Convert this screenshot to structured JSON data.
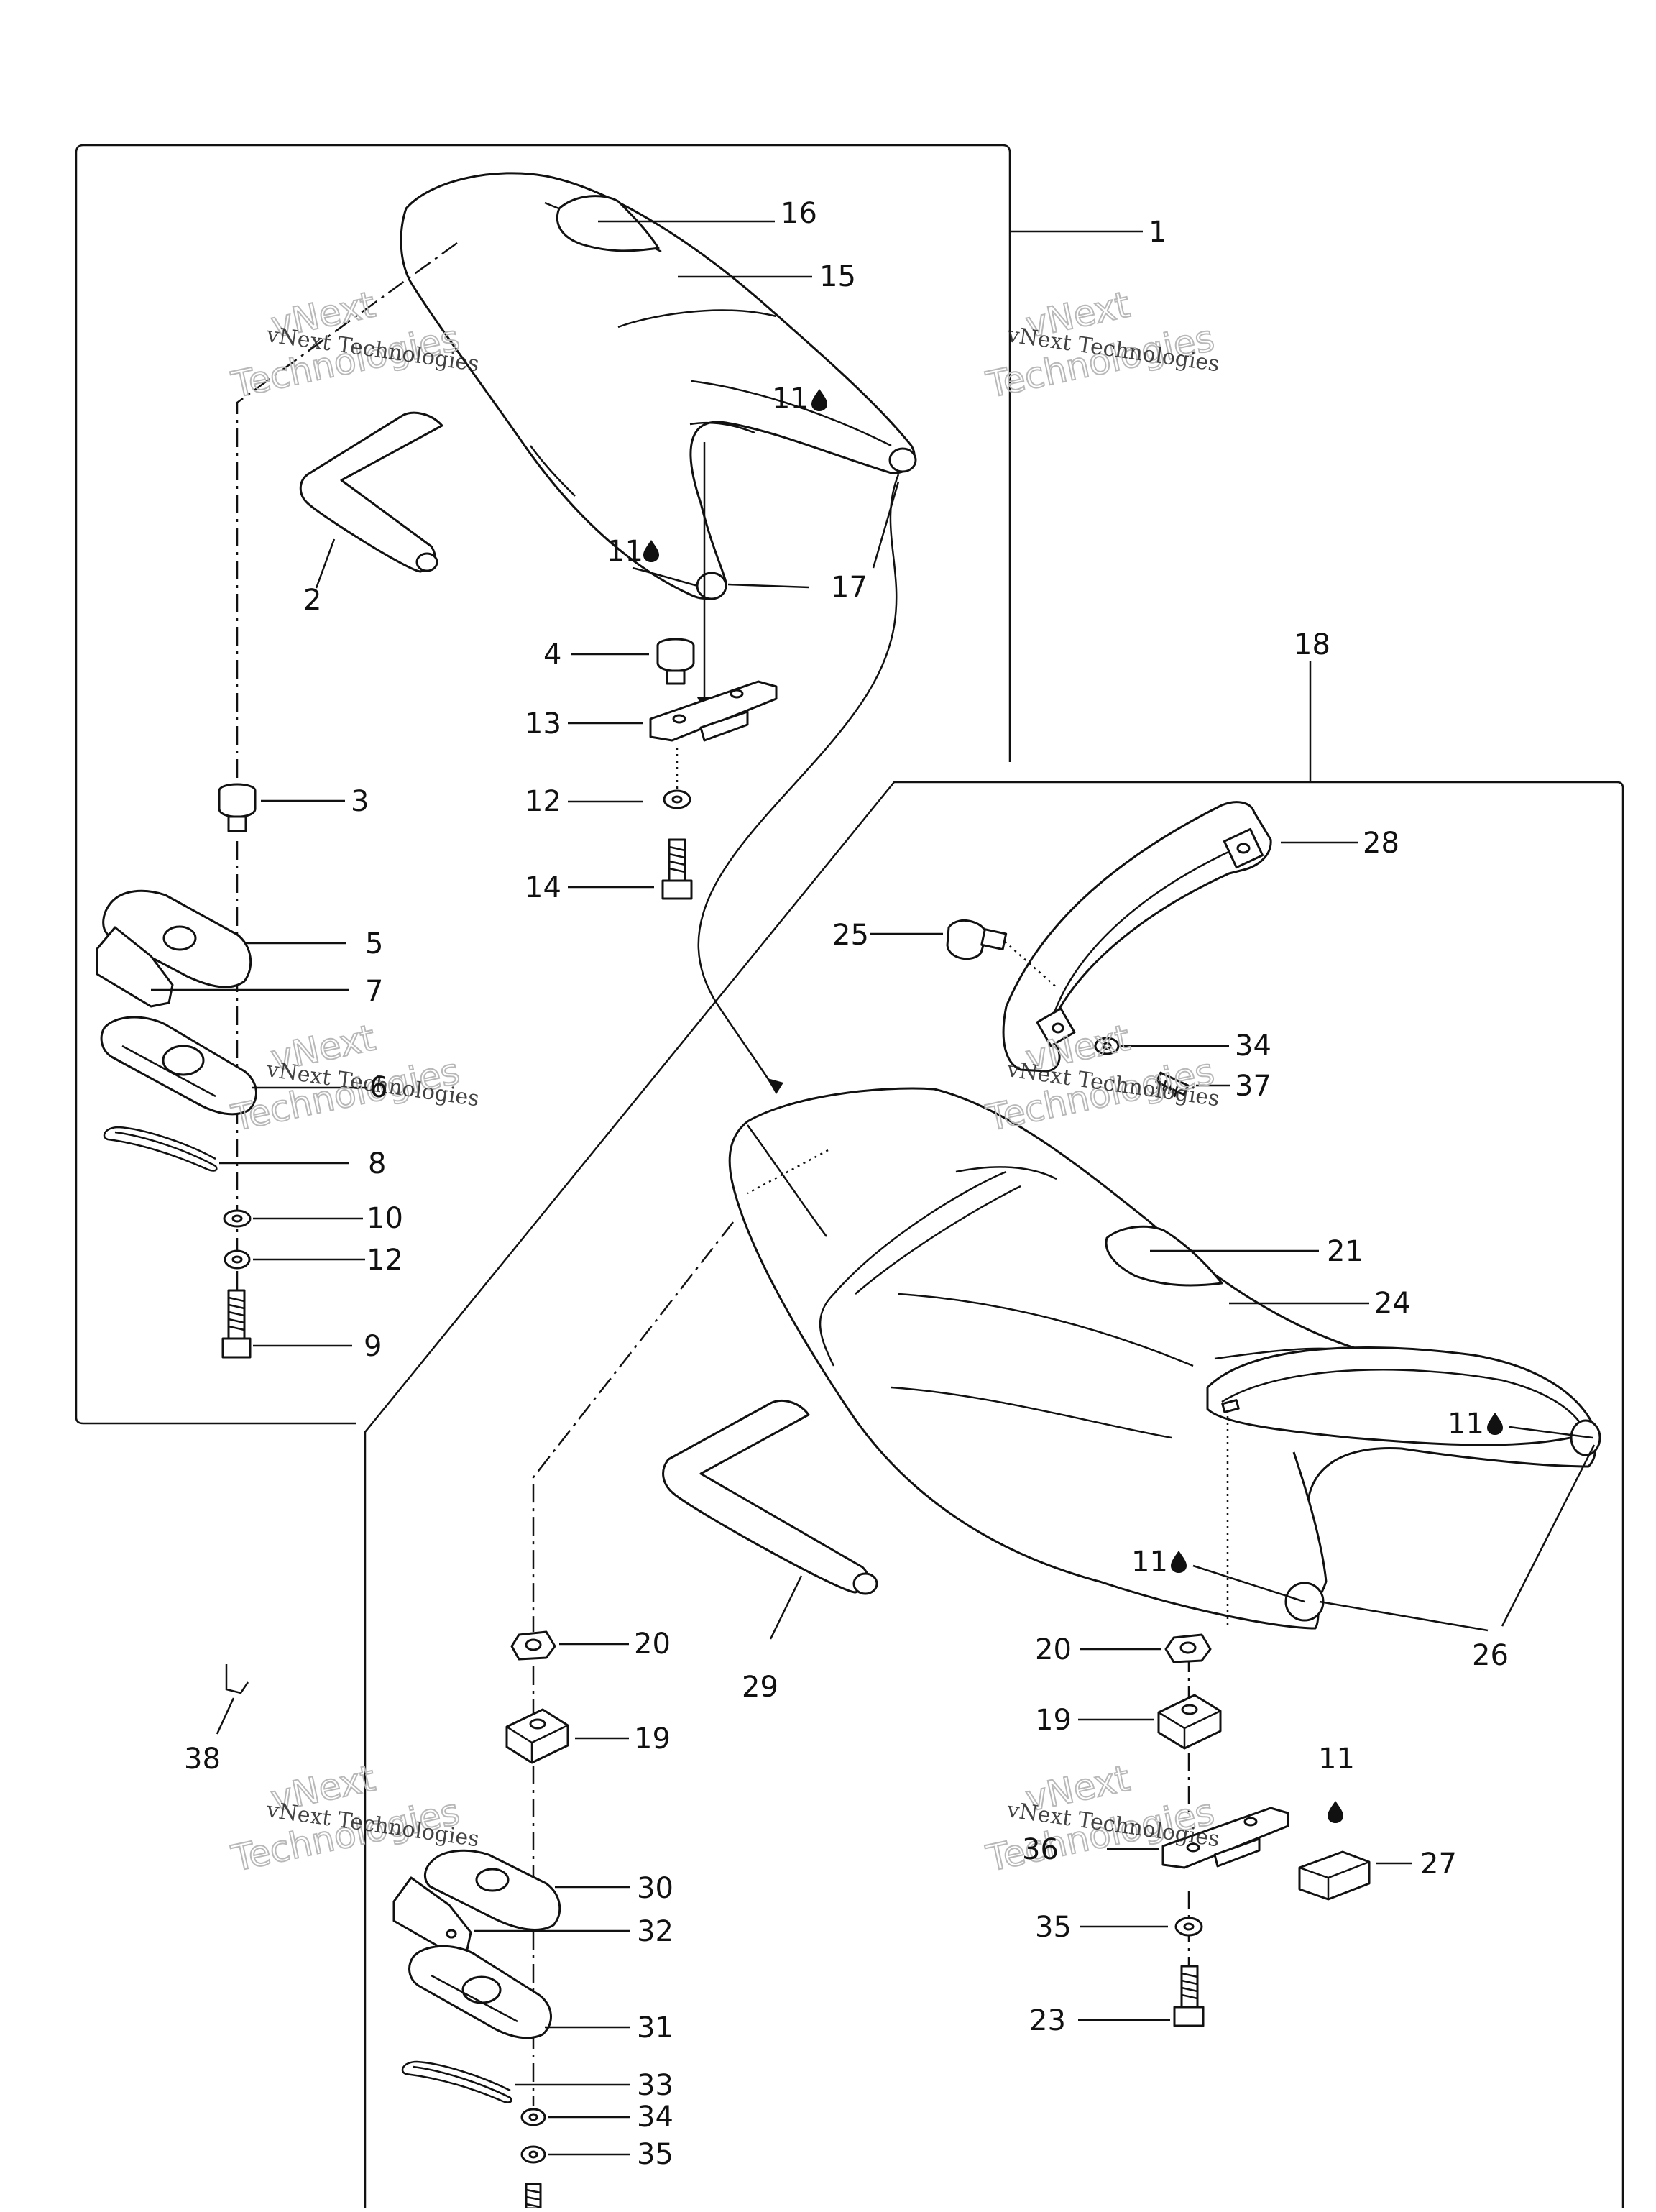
{
  "watermark": {
    "line1": "vNext",
    "line2": "Technologies",
    "caption": "vNext Technologies"
  },
  "drop_icon": "oil-drop-icon",
  "labels": {
    "l1": "1",
    "l2": "2",
    "l3": "3",
    "l4": "4",
    "l5": "5",
    "l6": "6",
    "l7": "7",
    "l8": "8",
    "l9": "9",
    "l10": "10",
    "l12a": "12",
    "l12b": "12",
    "l13": "13",
    "l14": "14",
    "l15": "15",
    "l16": "16",
    "l17": "17",
    "l18": "18",
    "l19a": "19",
    "l19b": "19",
    "l20a": "20",
    "l20b": "20",
    "l21": "21",
    "l23": "23",
    "l24": "24",
    "l25": "25",
    "l26": "26",
    "l27": "27",
    "l28": "28",
    "l29": "29",
    "l30": "30",
    "l31": "31",
    "l32": "32",
    "l33": "33",
    "l34a": "34",
    "l34b": "34",
    "l35a": "35",
    "l35b": "35",
    "l36": "36",
    "l37": "37",
    "l38": "38",
    "l11a": "11",
    "l11b": "11",
    "l11c": "11",
    "l11d": "11",
    "l11e": "11"
  }
}
